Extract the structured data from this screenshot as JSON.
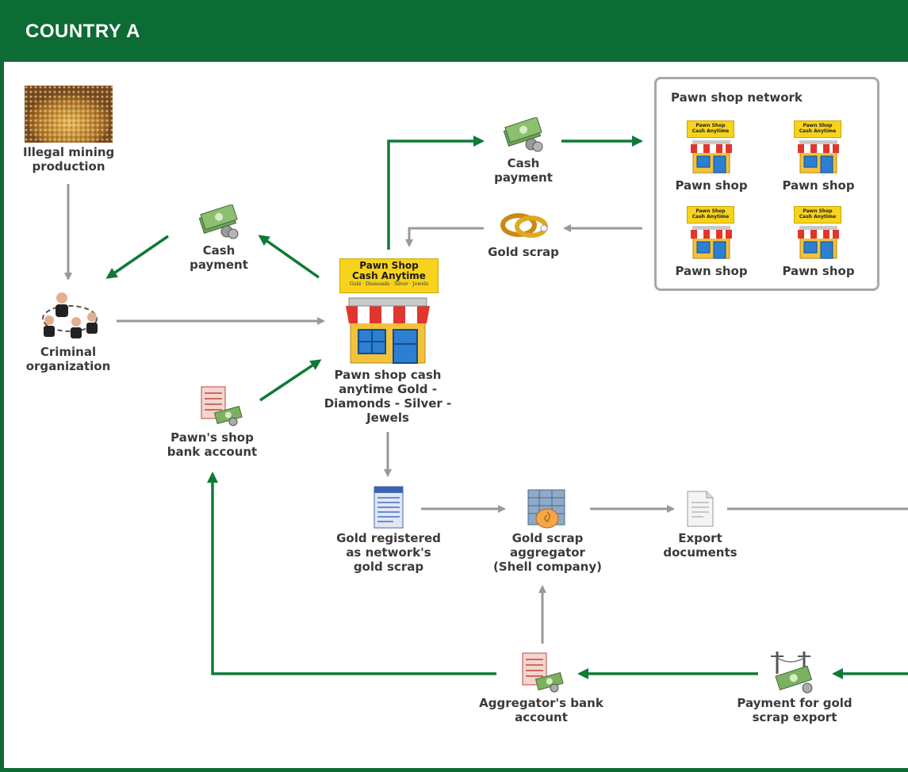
{
  "header": {
    "title": "COUNTRY A"
  },
  "colors": {
    "brand_green": "#0d6b34",
    "arrow_gray": "#999999",
    "arrow_green": "#0f7a36"
  },
  "nodes": {
    "illegal_mining": "Illegal mining\nproduction",
    "criminal_org": "Criminal\norganization",
    "cash_payment_left": "Cash\npayment",
    "cash_payment_top": "Cash\npayment",
    "gold_scrap": "Gold scrap",
    "pawn_shop_main": "Pawn shop cash\nanytime Gold -\nDiamonds - Silver -\nJewels",
    "pawn_bank": "Pawn's shop\nbank account",
    "gold_registered": "Gold registered\nas network's\ngold scrap",
    "aggregator": "Gold scrap\naggregator\n(Shell company)",
    "export_docs": "Export\ndocuments",
    "aggregator_bank": "Aggregator's bank\naccount",
    "payment_export": "Payment for gold\nscrap export"
  },
  "sign": {
    "line1": "Pawn Shop",
    "line2": "Cash Anytime",
    "line3": "Gold · Diamonds · Silver · Jewels"
  },
  "network": {
    "title": "Pawn shop network",
    "shops": [
      "Pawn shop",
      "Pawn shop",
      "Pawn shop",
      "Pawn shop"
    ],
    "mini_sign_1": "Pawn Shop",
    "mini_sign_2": "Cash Anytime"
  }
}
